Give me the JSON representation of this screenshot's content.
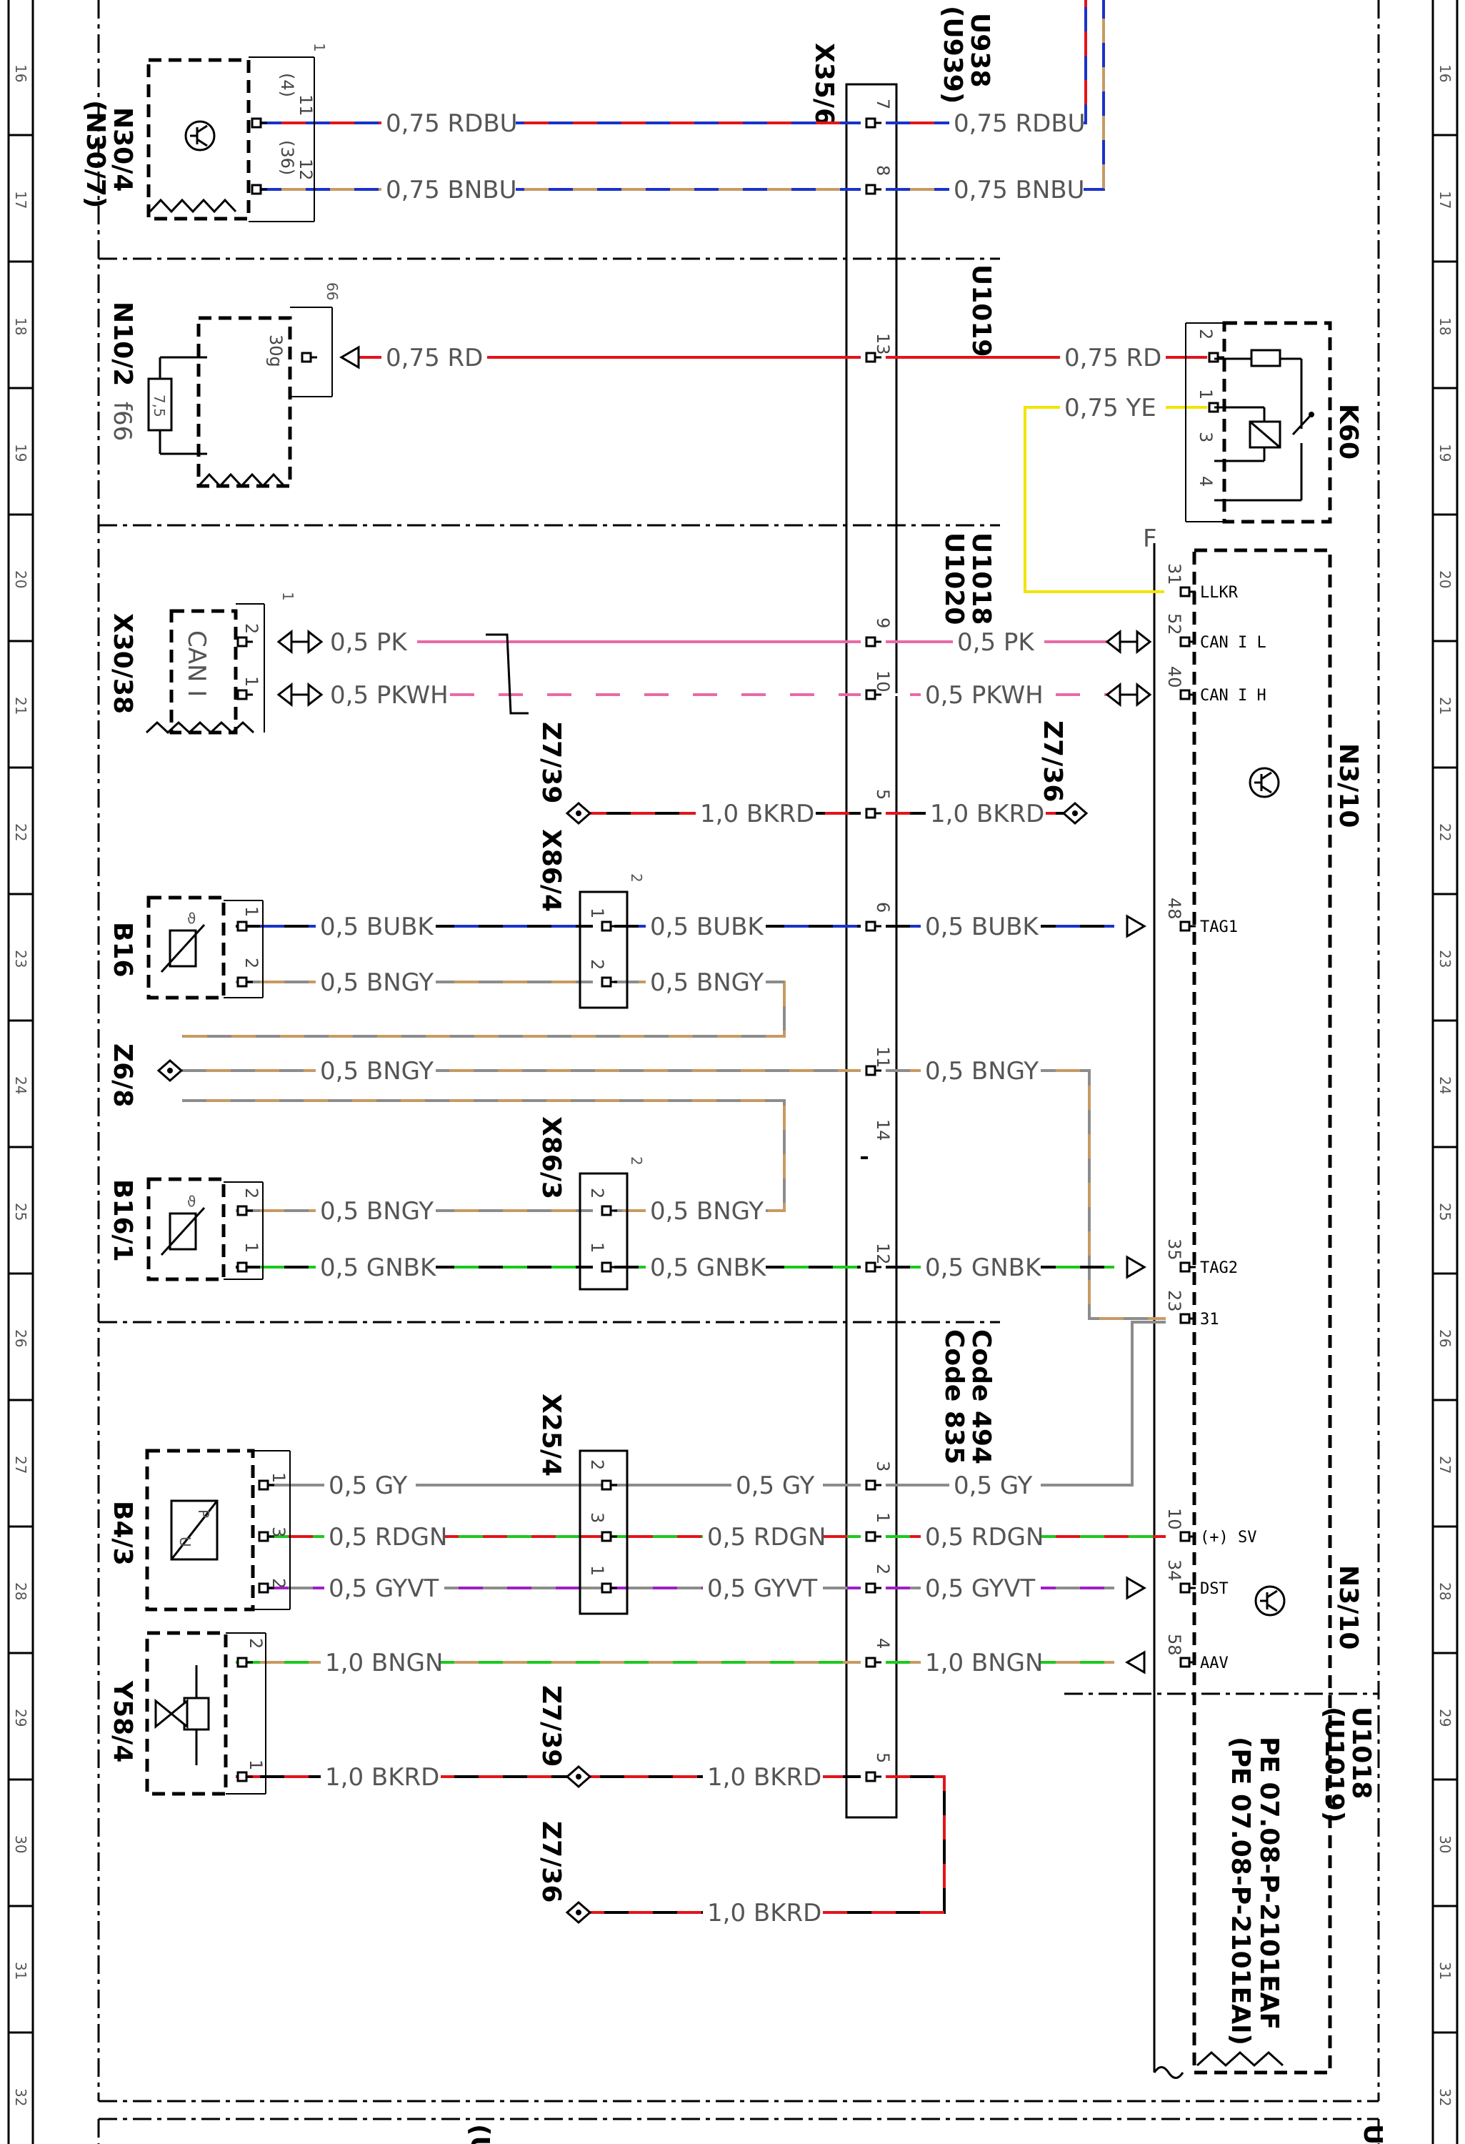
{
  "ruler": {
    "row_numbers": [
      "16",
      "17",
      "18",
      "19",
      "20",
      "21",
      "22",
      "23",
      "24",
      "25",
      "26",
      "27",
      "28",
      "29",
      "30",
      "31",
      "32"
    ]
  },
  "colors": {
    "RD": "#e3141b",
    "BU": "#1a33c8",
    "BN": "#c79a63",
    "PK": "#e86aa6",
    "WH": "#ffffff",
    "BK": "#000000",
    "GY": "#8c8c8c",
    "GN": "#1ec81e",
    "YE": "#f2e400",
    "VT": "#a01ec8"
  },
  "components": {
    "n30_4": {
      "id": "N30/4",
      "alt": "(N30/7)",
      "pin_a": "11",
      "pin_a_alt": "(4)",
      "pin_b": "12",
      "pin_b_alt": "(36)",
      "ref": "1"
    },
    "n10_2": {
      "id": "N10/2",
      "fuse": "f66",
      "pin": "30g",
      "fuse_value": "7,5",
      "ref": "66"
    },
    "x30_38": {
      "id": "X30/38",
      "label": "CAN I",
      "pin_a": "2",
      "pin_b": "1",
      "ref": "1"
    },
    "b16": {
      "id": "B16",
      "pin_a": "1",
      "pin_b": "2"
    },
    "z6_8": {
      "id": "Z6/8"
    },
    "b16_1": {
      "id": "B16/1",
      "pin_a": "2",
      "pin_b": "1"
    },
    "b4_3": {
      "id": "B4/3",
      "pin_a": "1",
      "pin_b": "3",
      "pin_c": "2",
      "symbol_top": "P",
      "symbol_bottom": "U"
    },
    "y58_4": {
      "id": "Y58/4",
      "pin_a": "2",
      "pin_b": "1"
    },
    "x35_6": {
      "id": "X35/6"
    },
    "x86_4": {
      "id": "X86/4",
      "ref": "2",
      "pin_a": "1",
      "pin_b": "2"
    },
    "x86_3": {
      "id": "X86/3",
      "ref": "2",
      "pin_a": "2",
      "pin_b": "1"
    },
    "x25_4": {
      "id": "X25/4",
      "pin_a": "2",
      "pin_b": "3",
      "pin_c": "1"
    },
    "z7_39_top": {
      "id": "Z7/39"
    },
    "z7_36_top": {
      "id": "Z7/36"
    },
    "z7_39_bot": {
      "id": "Z7/39"
    },
    "z7_36_bot": {
      "id": "Z7/36"
    },
    "k60": {
      "id": "K60",
      "pin_a": "2",
      "pin_b": "1",
      "pin_c": "3",
      "pin_d": "4"
    },
    "n3_10_top": {
      "id": "N3/10",
      "ref": "F"
    },
    "n3_10_bot": {
      "id": "N3/10"
    }
  },
  "section_labels": {
    "u938": "U938",
    "u939": "(U939)",
    "u1019": "U1019",
    "u1018": "U1018",
    "u1020": "U1020",
    "code494": "Code 494",
    "code835": "Code 835",
    "u1018_b": "U1018",
    "u1019_b": "(U1019)",
    "bottom_left": "(U",
    "bottom_right": "U"
  },
  "notes": {
    "line1": "PE 07.08-P-2101EAF",
    "line2": "(PE 07.08-P-2101EAI)"
  },
  "x35_6_pins": [
    "7",
    "8",
    "13",
    "9",
    "10",
    "5",
    "6",
    "11",
    "14",
    "12",
    "3",
    "1",
    "2",
    "4",
    "5"
  ],
  "n3_10_pins": {
    "llkr": {
      "num": "31",
      "sig": "LLKR"
    },
    "can_l": {
      "num": "52",
      "sig": "CAN I L"
    },
    "can_h": {
      "num": "40",
      "sig": "CAN I H"
    },
    "tag1": {
      "num": "48",
      "sig": "TAG1"
    },
    "tag2": {
      "num": "35",
      "sig": "TAG2"
    },
    "gnd": {
      "num": "23",
      "sig": "31"
    },
    "sv": {
      "num": "10",
      "sig": "(+) SV"
    },
    "dst": {
      "num": "34",
      "sig": "DST"
    },
    "aav": {
      "num": "58",
      "sig": "AAV"
    }
  },
  "wires": {
    "w_rdbu_l": "0,75 RDBU",
    "w_rdbu_r": "0,75 RDBU",
    "w_bnbu_l": "0,75 BNBU",
    "w_bnbu_r": "0,75 BNBU",
    "w_rd_l": "0,75 RD",
    "w_rd_r": "0,75 RD",
    "w_ye": "0,75 YE",
    "w_pk_l": "0,5 PK",
    "w_pk_r": "0,5 PK",
    "w_pkwh_l": "0,5 PKWH",
    "w_pkwh_r": "0,5 PKWH",
    "w_bkrd_1": "1,0 BKRD",
    "w_bkrd_2": "1,0 BKRD",
    "w_bubk_1": "0,5 BUBK",
    "w_bubk_2": "0,5 BUBK",
    "w_bubk_3": "0,5 BUBK",
    "w_bngy_1": "0,5 BNGY",
    "w_bngy_2": "0,5 BNGY",
    "w_bngy_3": "0,5 BNGY",
    "w_bngy_4": "0,5 BNGY",
    "w_bngy_5": "0,5 BNGY",
    "w_bngy_6": "0,5 BNGY",
    "w_gnbk_1": "0,5 GNBK",
    "w_gnbk_2": "0,5 GNBK",
    "w_gnbk_3": "0,5 GNBK",
    "w_gy_1": "0,5 GY",
    "w_gy_2": "0,5 GY",
    "w_gy_3": "0,5 GY",
    "w_rdgn_1": "0,5 RDGN",
    "w_rdgn_2": "0,5 RDGN",
    "w_rdgn_3": "0,5 RDGN",
    "w_gyvt_1": "0,5 GYVT",
    "w_gyvt_2": "0,5 GYVT",
    "w_gyvt_3": "0,5 GYVT",
    "w_bngn_1": "1,0 BNGN",
    "w_bngn_2": "1,0 BNGN",
    "w_bkrd_3": "1,0 BKRD",
    "w_bkrd_4": "1,0 BKRD",
    "w_bkrd_5": "1,0 BKRD"
  }
}
